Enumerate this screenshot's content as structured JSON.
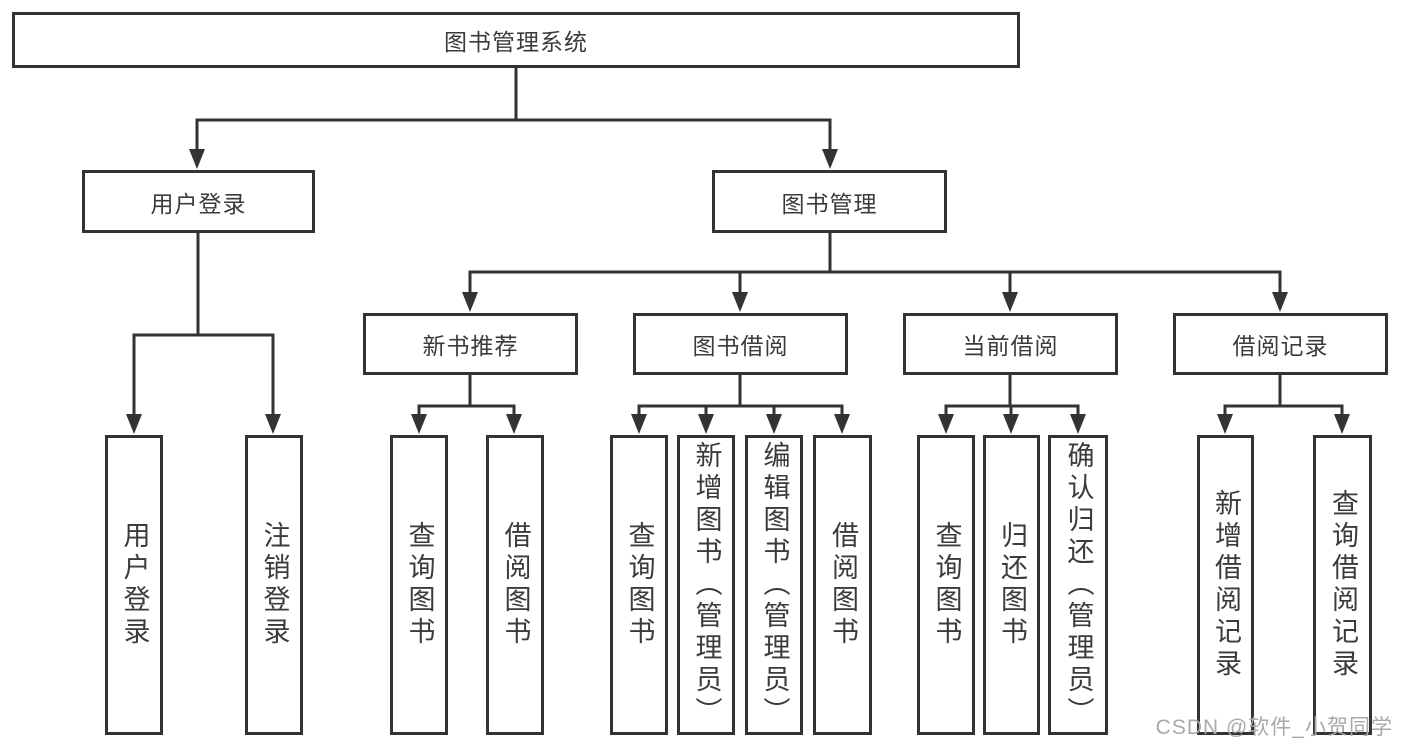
{
  "diagram": {
    "root": {
      "label": "图书管理系统"
    },
    "branches": [
      {
        "label": "用户登录",
        "children": [
          {
            "label": "用户登录"
          },
          {
            "label": "注销登录"
          }
        ]
      },
      {
        "label": "图书管理",
        "children": [
          {
            "label": "新书推荐",
            "children": [
              {
                "label": "查询图书"
              },
              {
                "label": "借阅图书"
              }
            ]
          },
          {
            "label": "图书借阅",
            "children": [
              {
                "label": "查询图书"
              },
              {
                "label": "新增图书（管理员）"
              },
              {
                "label": "编辑图书（管理员）"
              },
              {
                "label": "借阅图书"
              }
            ]
          },
          {
            "label": "当前借阅",
            "children": [
              {
                "label": "查询图书"
              },
              {
                "label": "归还图书"
              },
              {
                "label": "确认归还（管理员）"
              }
            ]
          },
          {
            "label": "借阅记录",
            "children": [
              {
                "label": "新增借阅记录"
              },
              {
                "label": "查询借阅记录"
              }
            ]
          }
        ]
      }
    ]
  },
  "watermark": {
    "text": "CSDN @软件_小贺同学"
  },
  "colors": {
    "line": "#333333",
    "text": "#3b3b3b",
    "background": "#ffffff",
    "watermark": "#a9a9a9"
  }
}
